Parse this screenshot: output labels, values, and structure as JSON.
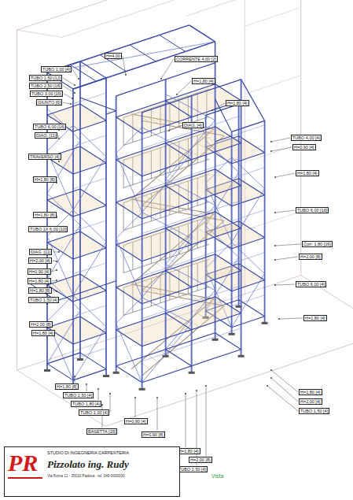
{
  "diagram": {
    "nodes": [
      {
        "text": [
          "PR",
          "STUDIO DI INGEGNERIA CARPENTERIA",
          "Pizzolato ing. Rudy",
          "Via Roma 12 - 35010 Padova - tel. 049 0000000"
        ]
      }
    ],
    "labels": [
      "H=4,00",
      "CORRENTE 4,00 [2]",
      "TUBO 1,00 [4]",
      "TUBO 1,50 [12]",
      "TUBO 2,50 [16]",
      "TUBO 3,00 [15]",
      "GIUNTO [6]",
      "H=1,80 [4]",
      "TUBO 6,00 [16]",
      "DIAG. [11]",
      "DIAG. [4]",
      "H=1,80 [4]",
      "TRAVERSO [4]",
      "TUBO 4,00 [4]",
      "H=0,90 [4]",
      "H=1,80 [4]",
      "H=1,80 [8]",
      "TUBO 6,00 [16]",
      "H=1,80 [8]",
      "TUBO 1X 6,00 [10]",
      "Corr. 1,80 [16]",
      "DIAG. [11]",
      "H=2,00 [8]",
      "H=2,00 [4]",
      "H=0,90 [4]",
      "H=1,80 [4]",
      "TUBO 6,00 [4]",
      "H=1,80 [8]",
      "TUBO 1,50 [4]",
      "H=1,80 [4]",
      "H=2,00 [8]",
      "H=1,80 [4]",
      "H=1,80 [8]",
      "H=1,80 [4]",
      "TUBO 2,50 [4]",
      "H=2,00 [4]",
      "TUBO 1,80 [4]",
      "TUBO 1,50 [4]",
      "TUBO 1,00 [4]",
      "H=0,90 [4]",
      "BASETTA [16]",
      "H=0,90 [8]",
      "H=1,80 [4]",
      "H=2,00 [8]",
      "TUBO 2,50 [4]",
      "Vista"
    ]
  }
}
